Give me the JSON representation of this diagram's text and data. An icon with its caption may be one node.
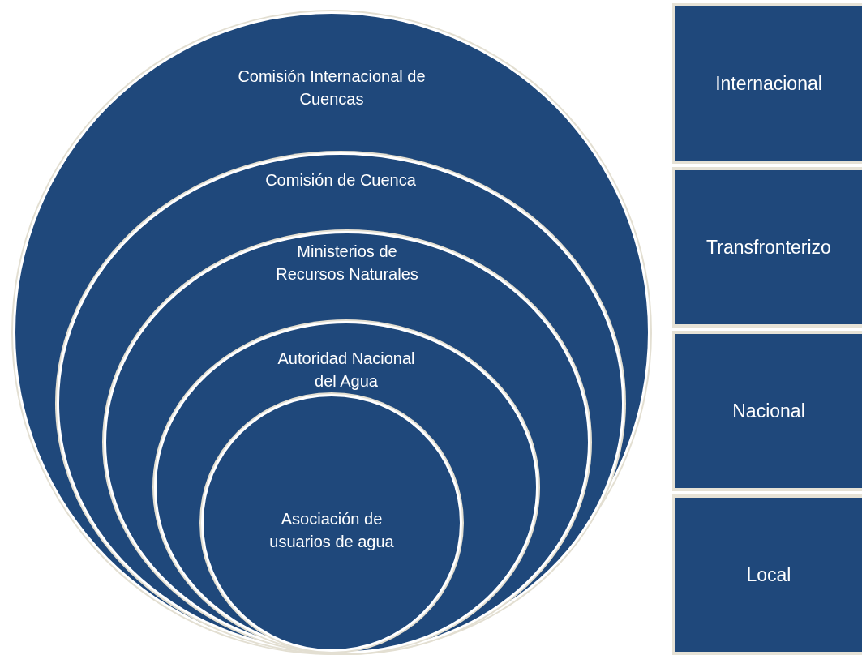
{
  "diagram": {
    "nodes": [
      {
        "text": [
          "Comisión Internacional de Cuencas"
        ]
      },
      {
        "text": [
          "Comisión de Cuenca"
        ],
        "in": 0
      },
      {
        "text": [
          "Ministerios de Recursos Naturales"
        ],
        "in": 1
      },
      {
        "text": [
          "Autoridad Nacional del Agua"
        ],
        "in": 2
      },
      {
        "text": [
          "Asociación de usuarios de agua"
        ],
        "in": 3
      },
      {
        "text": [
          "Internacional"
        ]
      },
      {
        "text": [
          "Transfronterizo"
        ]
      },
      {
        "text": [
          "Nacional"
        ]
      },
      {
        "text": [
          "Local"
        ]
      }
    ],
    "edges": []
  }
}
